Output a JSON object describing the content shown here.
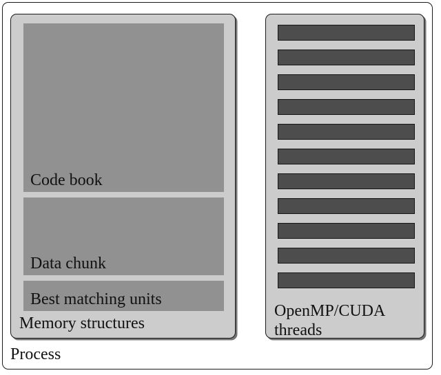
{
  "diagram": {
    "outer": {
      "name": "Process",
      "label": "Process"
    },
    "memory_panel": {
      "label": "Memory structures",
      "boxes": [
        {
          "label": "Code book"
        },
        {
          "label": "Data chunk"
        },
        {
          "label": "Best matching units"
        }
      ]
    },
    "threads_panel": {
      "label_line1": "OpenMP/CUDA",
      "label_line2": "threads",
      "thread_count": 11,
      "thread_tops": [
        15,
        51,
        87,
        123,
        159,
        195,
        231,
        267,
        303,
        339,
        375
      ]
    },
    "colors": {
      "page_background": "#ffffff",
      "panel_fill": "#cccccc",
      "memory_box_fill": "#919191",
      "thread_bar_fill": "#4d4d4d",
      "outline": "#1a1a1a",
      "text": "#111111"
    }
  }
}
